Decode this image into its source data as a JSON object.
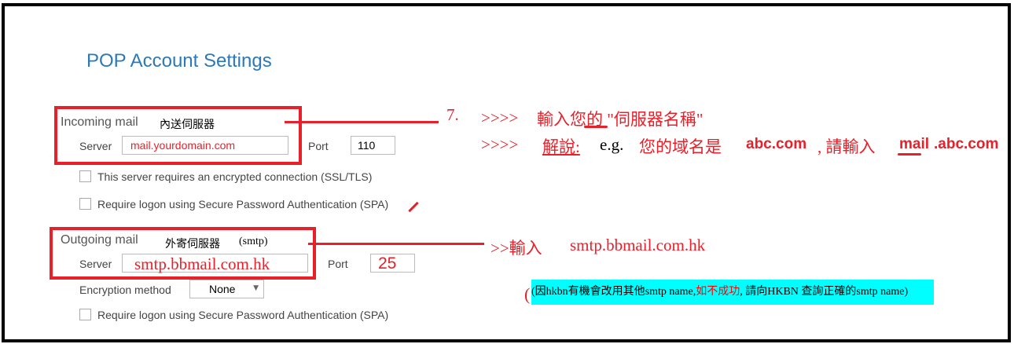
{
  "dialog": {
    "title": "POP Account Settings",
    "incoming": {
      "label": "Incoming mail",
      "label_zh": "內送伺服器",
      "server_label": "Server",
      "server": "mail.yourdomain.com",
      "port_label": "Port",
      "port": "110",
      "ssl_label": "This server requires an encrypted connection (SSL/TLS)",
      "spa_label": "Require logon using Secure Password Authentication (SPA)"
    },
    "outgoing": {
      "label": "Outgoing mail",
      "label_zh": "外寄伺服器",
      "label_smtp": "(smtp)",
      "server_label": "Server",
      "server": "smtp.bbmail.com.hk",
      "port_label": "Port",
      "port": "25",
      "enc_label": "Encryption method",
      "enc_value": "None",
      "spa_label": "Require logon using Secure Password Authentication (SPA)"
    }
  },
  "annotations": {
    "step": "7.",
    "arrows": ">>>>",
    "line1": "輸入您的 \"伺服器名稱\"",
    "explain": "解說:",
    "eg": "e.g.",
    "domain_is": "您的域名是",
    "domain": "abc.com",
    "please": ", 請輸入",
    "mail_part": "mail",
    "domain_part": ".abc.com",
    "smtp_arrow": ">>輸入",
    "smtp_value": "smtp.bbmail.com.hk",
    "note_a": "(因hkbn有機會改用其他smtp name,",
    "note_b": "如不成功",
    "note_c": ", 請向HKBN 查詢正確的smtp",
    "note_d": "name)"
  },
  "colors": {
    "annotation": "#e8202a",
    "highlight": "#00ffff",
    "title": "#2b79b8"
  }
}
